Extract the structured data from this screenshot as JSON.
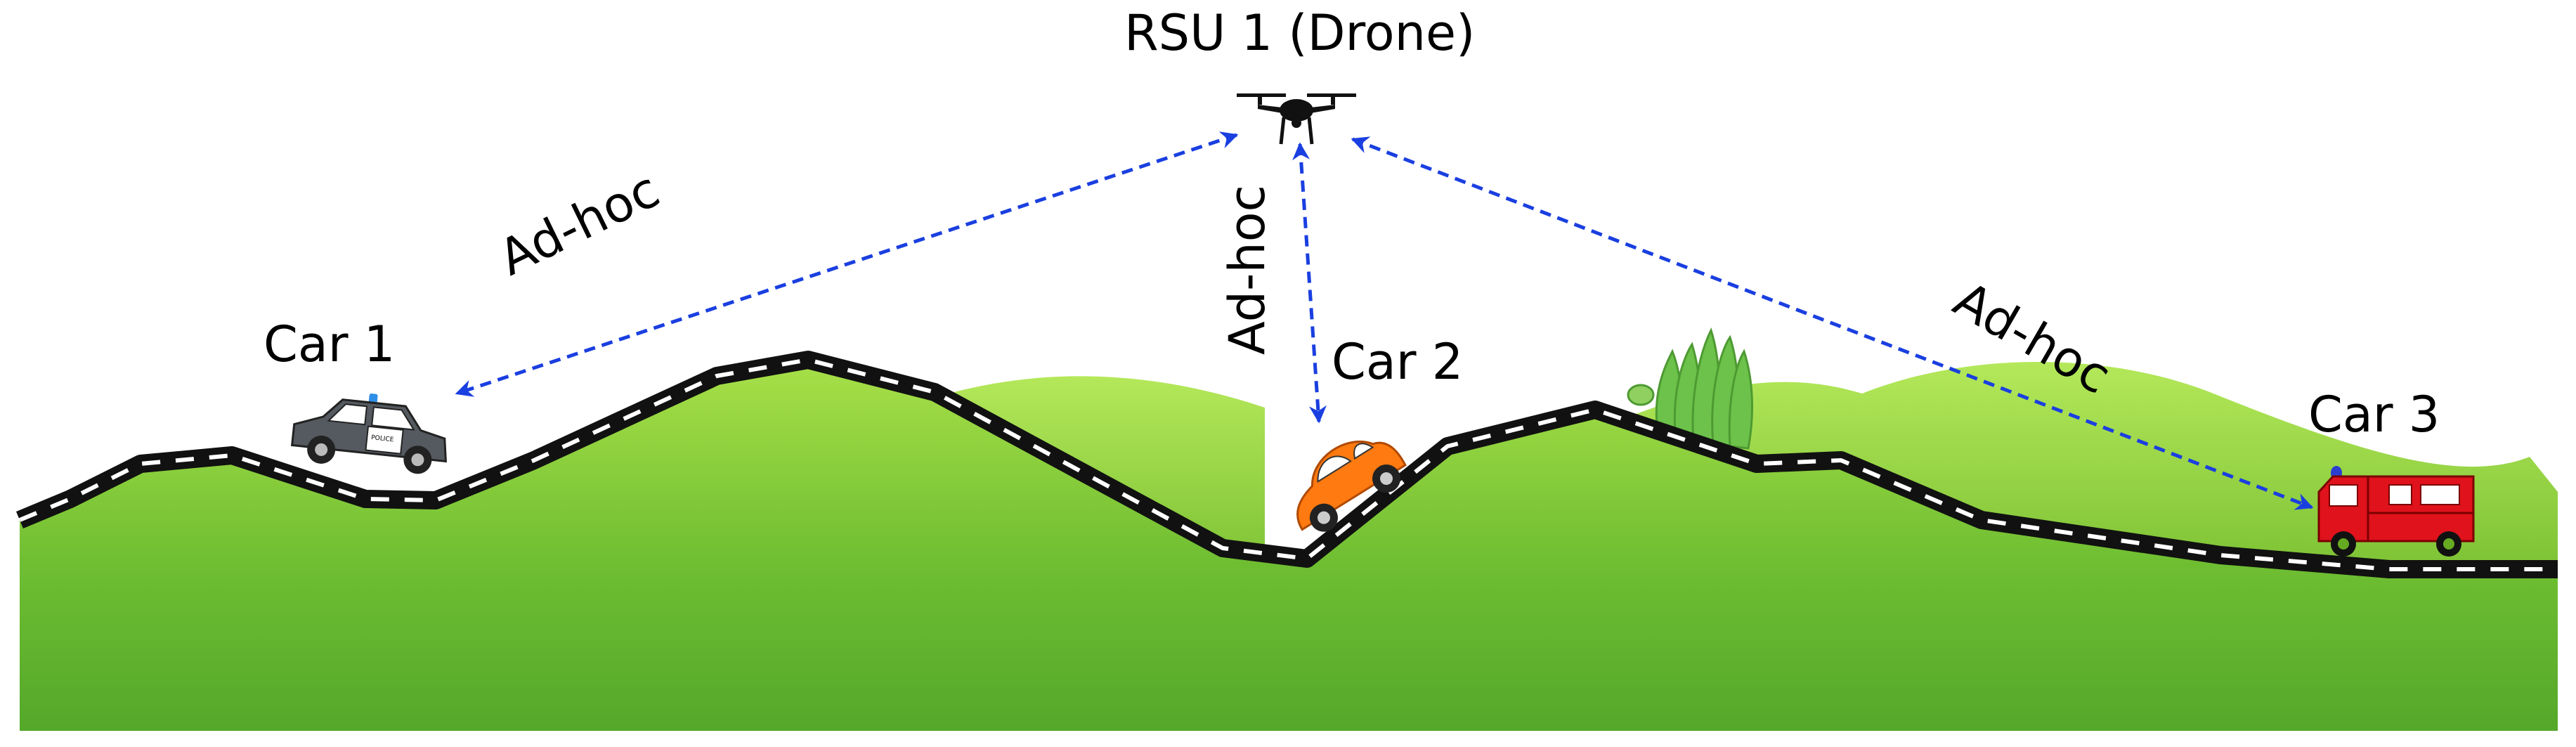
{
  "labels": {
    "rsu": "RSU 1 (Drone)",
    "car1": "Car 1",
    "car2": "Car 2",
    "car3": "Car 3",
    "link_car1": "Ad-hoc",
    "link_car2": "Ad-hoc",
    "link_car3": "Ad-hoc"
  },
  "vehicle_marks": {
    "police_text": "POLICE"
  },
  "colors": {
    "link": "#1a3fe0",
    "grass_light": "#a8e048",
    "grass_dark": "#54a82a",
    "hill_back": "#8ccf3a",
    "road": "#111111",
    "road_dash": "#ffffff",
    "police_body": "#555a60",
    "police_light": "#2f8fe6",
    "car2_body": "#ff7a10",
    "firetruck_body": "#e0121c",
    "firetruck_light": "#2a3fd0",
    "trees": "#6cc24a"
  },
  "icons": {
    "drone": "drone-icon",
    "car1": "police-car-icon",
    "car2": "car-icon",
    "car3": "fire-truck-icon"
  }
}
